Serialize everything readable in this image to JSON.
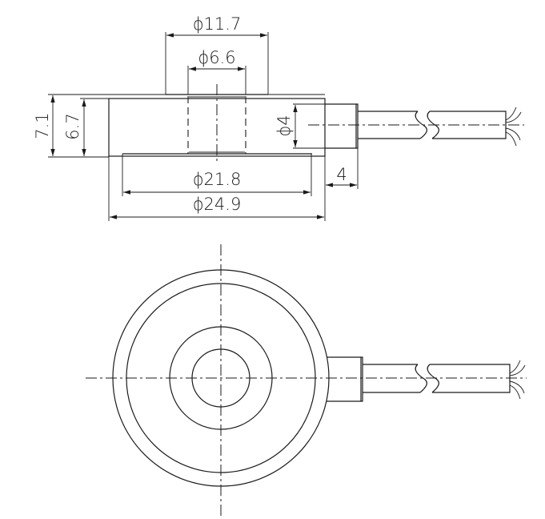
{
  "drawing": {
    "title": "",
    "line_color": "#1a1a1a",
    "background": "#ffffff",
    "side_view": {
      "dimensions": {
        "top_boss_diameter": "ϕ11.7",
        "bore_diameter": "ϕ6.6",
        "total_height": "7.1",
        "body_height": "6.7",
        "connector_diameter": "ϕ4",
        "lower_plate_diameter": "ϕ21.8",
        "body_diameter": "ϕ24.9",
        "connector_length": "4"
      }
    },
    "top_view": {
      "circles": [
        "outer body",
        "inner rim",
        "boss",
        "bore"
      ]
    }
  }
}
